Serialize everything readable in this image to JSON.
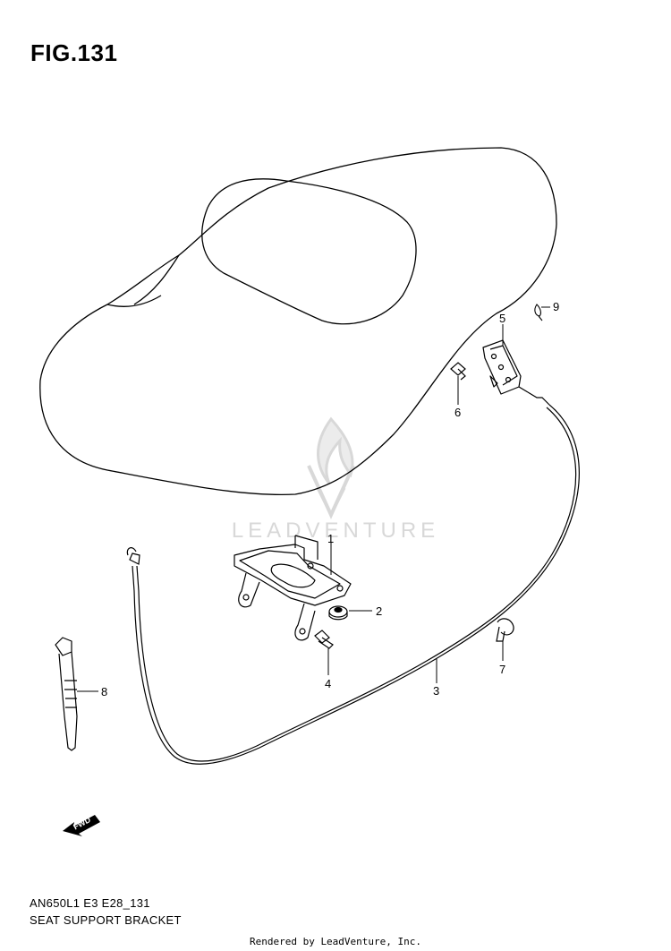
{
  "figure": {
    "title": "FIG.131",
    "model_code": "AN650L1 E3 E28_131",
    "description": "SEAT SUPPORT BRACKET"
  },
  "watermark": {
    "brand": "LEADVENTURE",
    "color": "#d8d8d8"
  },
  "footer": {
    "rendered_by": "Rendered by LeadVenture, Inc."
  },
  "fwd_arrow": {
    "label": "FWD",
    "icon": "fwd-arrow-icon"
  },
  "callouts": [
    {
      "number": "1"
    },
    {
      "number": "2"
    },
    {
      "number": "3"
    },
    {
      "number": "4"
    },
    {
      "number": "5"
    },
    {
      "number": "6"
    },
    {
      "number": "7"
    },
    {
      "number": "8"
    },
    {
      "number": "9"
    }
  ],
  "colors": {
    "line": "#000000",
    "background": "#ffffff"
  }
}
